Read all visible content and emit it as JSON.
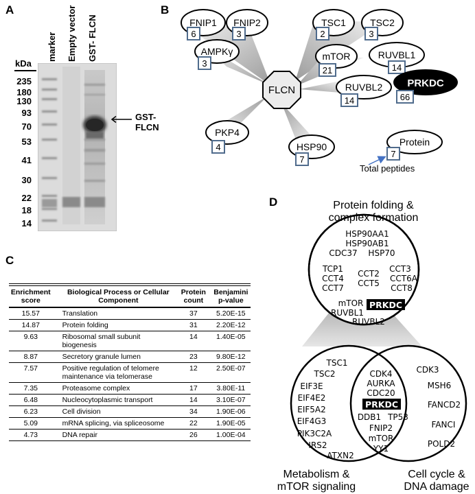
{
  "panels": {
    "a": "A",
    "b": "B",
    "c": "C",
    "d": "D"
  },
  "panel_a": {
    "lanes": [
      "marker",
      "Empty vector",
      "GST- FLCN"
    ],
    "kda_title": "kDa",
    "markers": [
      "235",
      "180",
      "130",
      "93",
      "70",
      "53",
      "41",
      "30",
      "22",
      "18",
      "14"
    ],
    "arrow_label_line1": "GST-",
    "arrow_label_line2": "FLCN"
  },
  "panel_b": {
    "center": "FLCN",
    "proteins": [
      {
        "name": "FNIP1",
        "count": "6"
      },
      {
        "name": "FNIP2",
        "count": "3"
      },
      {
        "name": "AMPKγ",
        "count": "3"
      },
      {
        "name": "TSC1",
        "count": "2"
      },
      {
        "name": "TSC2",
        "count": "3"
      },
      {
        "name": "mTOR",
        "count": "21"
      },
      {
        "name": "RUVBL1",
        "count": "14"
      },
      {
        "name": "RUVBL2",
        "count": "14"
      },
      {
        "name": "PRKDC",
        "count": "66"
      },
      {
        "name": "PKP4",
        "count": "4"
      },
      {
        "name": "HSP90",
        "count": "7"
      }
    ],
    "legend": {
      "name": "Protein",
      "count": "7",
      "caption": "Total peptides"
    }
  },
  "panel_c": {
    "headers": [
      "Enrichment score",
      "Biological Process or Cellular Component",
      "Protein count",
      "Benjamini p-value"
    ],
    "rows": [
      [
        "15.57",
        "Translation",
        "37",
        "5.20E-15"
      ],
      [
        "14.87",
        "Protein folding",
        "31",
        "2.20E-12"
      ],
      [
        "9.63",
        "Ribosomal small subunit biogenesis",
        "14",
        "1.40E-05"
      ],
      [
        "8.87",
        "Secretory granule lumen",
        "23",
        "9.80E-12"
      ],
      [
        "7.57",
        "Positive regulation of telomere maintenance via telomerase",
        "12",
        "2.50E-07"
      ],
      [
        "7.35",
        "Proteasome complex",
        "17",
        "3.80E-11"
      ],
      [
        "6.48",
        "Nucleocytoplasmic transport",
        "14",
        "3.10E-07"
      ],
      [
        "6.23",
        "Cell division",
        "34",
        "1.90E-06"
      ],
      [
        "5.09",
        "mRNA splicing, via spliceosome",
        "22",
        "1.90E-05"
      ],
      [
        "4.73",
        "DNA repair",
        "26",
        "1.00E-04"
      ]
    ]
  },
  "panel_d": {
    "top_title_line1": "Protein folding &",
    "top_title_line2": "complex formation",
    "top_genes": [
      "HSP90AA1",
      "HSP90AB1",
      "CDC37",
      "HSP70",
      "TCP1",
      "CCT2",
      "CCT3",
      "CCT4",
      "CCT5",
      "CCT6A",
      "CCT7",
      "CCT8",
      "mTOR",
      "RUVBL1",
      "RUVBL2"
    ],
    "top_highlight": "PRKDC",
    "left_genes": [
      "TSC1",
      "TSC2",
      "EIF3E",
      "EIF4E2",
      "EIF5A2",
      "EIF4G3",
      "PIK3C2A",
      "IRS2",
      "ATXN2"
    ],
    "middle_genes": [
      "CDK4",
      "AURKA",
      "CDC20",
      "DDB1",
      "TP53",
      "FNIP2",
      "mTOR",
      "YY1"
    ],
    "middle_highlight": "PRKDC",
    "right_genes": [
      "CDK3",
      "MSH6",
      "FANCD2",
      "FANCI",
      "POLD2"
    ],
    "left_title_line1": "Metabolism &",
    "left_title_line2": "mTOR signaling",
    "right_title_line1": "Cell cycle &",
    "right_title_line2": "DNA damage"
  }
}
